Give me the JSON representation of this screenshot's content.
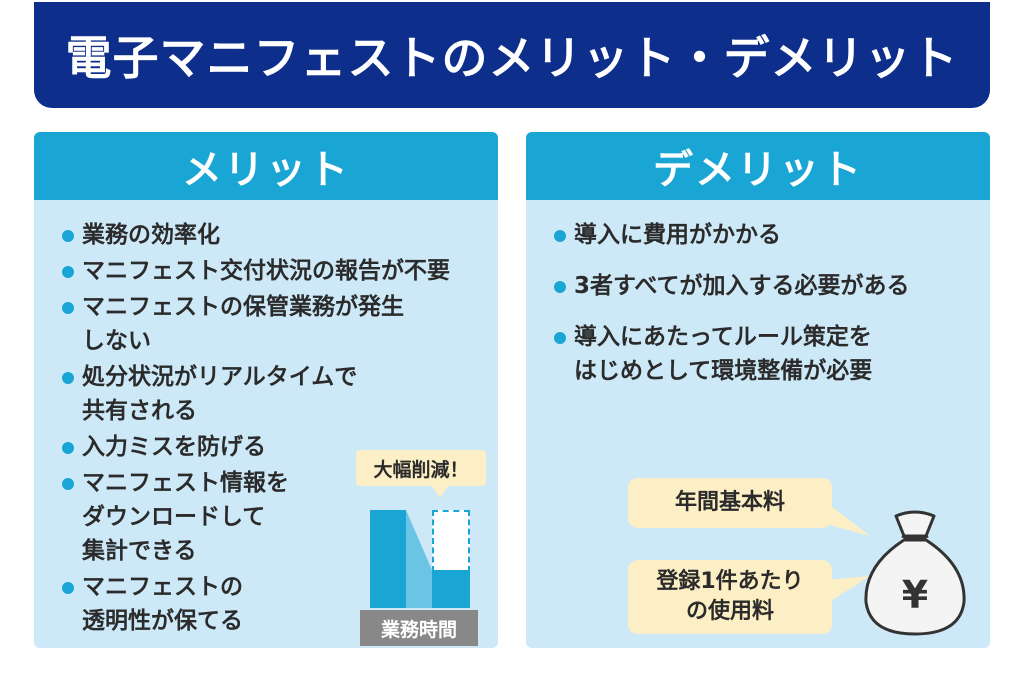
{
  "header": {
    "title": "電子マニフェストのメリット・デメリット"
  },
  "merits": {
    "heading": "メリット",
    "items": [
      "業務の効率化",
      "マニフェスト交付状況の報告が不要",
      "マニフェストの保管業務が発生\nしない",
      "処分状況がリアルタイムで\n共有される",
      "入力ミスを防げる",
      "マニフェスト情報を\nダウンロードして\n集計できる",
      "マニフェストの\n透明性が保てる"
    ],
    "chart": {
      "callout": "大幅削減！",
      "axis_label": "業務時間",
      "before_level": 1.0,
      "after_level": 0.4
    }
  },
  "demerits": {
    "heading": "デメリット",
    "items": [
      "導入に費用がかかる",
      "3者すべてが加入する必要がある",
      "導入にあたってルール策定を\nはじめとして環境整備が必要"
    ],
    "costs": [
      "年間基本料",
      "登録1件あたり\nの使用料"
    ],
    "currency_symbol": "¥"
  },
  "colors": {
    "navy": "#0d2e8a",
    "accent": "#1aa6d4",
    "panel": "#cde9f8",
    "callout": "#fcefc5"
  }
}
